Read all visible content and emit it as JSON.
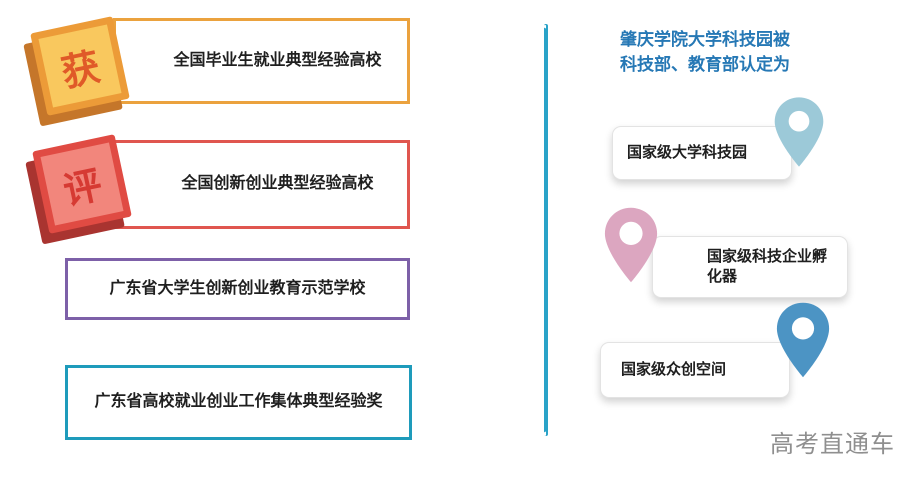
{
  "left_panel": {
    "badges": [
      {
        "char": "获",
        "light": "#f9c85e",
        "mid": "#ec9b38",
        "dark": "#c5762a",
        "char_color": "#e05a28"
      },
      {
        "char": "评",
        "light": "#f2867c",
        "mid": "#e04b43",
        "dark": "#a93430",
        "char_color": "#d63a33"
      }
    ],
    "items": [
      {
        "label": "全国毕业生就业典型经验高校",
        "border_color": "#eba23e"
      },
      {
        "label": "全国创新创业典型经验高校",
        "border_color": "#e0564f"
      },
      {
        "label": "广东省大学生创新创业教育示范学校",
        "border_color": "#7d60a8"
      },
      {
        "label": "广东省高校就业创业工作集体典型经验奖",
        "border_color": "#1e9bbb"
      }
    ]
  },
  "divider_color": "#2aa3c8",
  "right_panel": {
    "heading_line1": "肇庆学院大学科技园被",
    "heading_line2": "科技部、教育部认定为",
    "heading_color": "#2678b5",
    "items": [
      {
        "label": "国家级大学科技园",
        "pin_color": "#9cc9d8"
      },
      {
        "label": "国家级科技企业孵化器",
        "pin_color": "#dca6c0"
      },
      {
        "label": "国家级众创空间",
        "pin_color": "#4c94c4"
      }
    ]
  },
  "watermark": "高考直通车"
}
